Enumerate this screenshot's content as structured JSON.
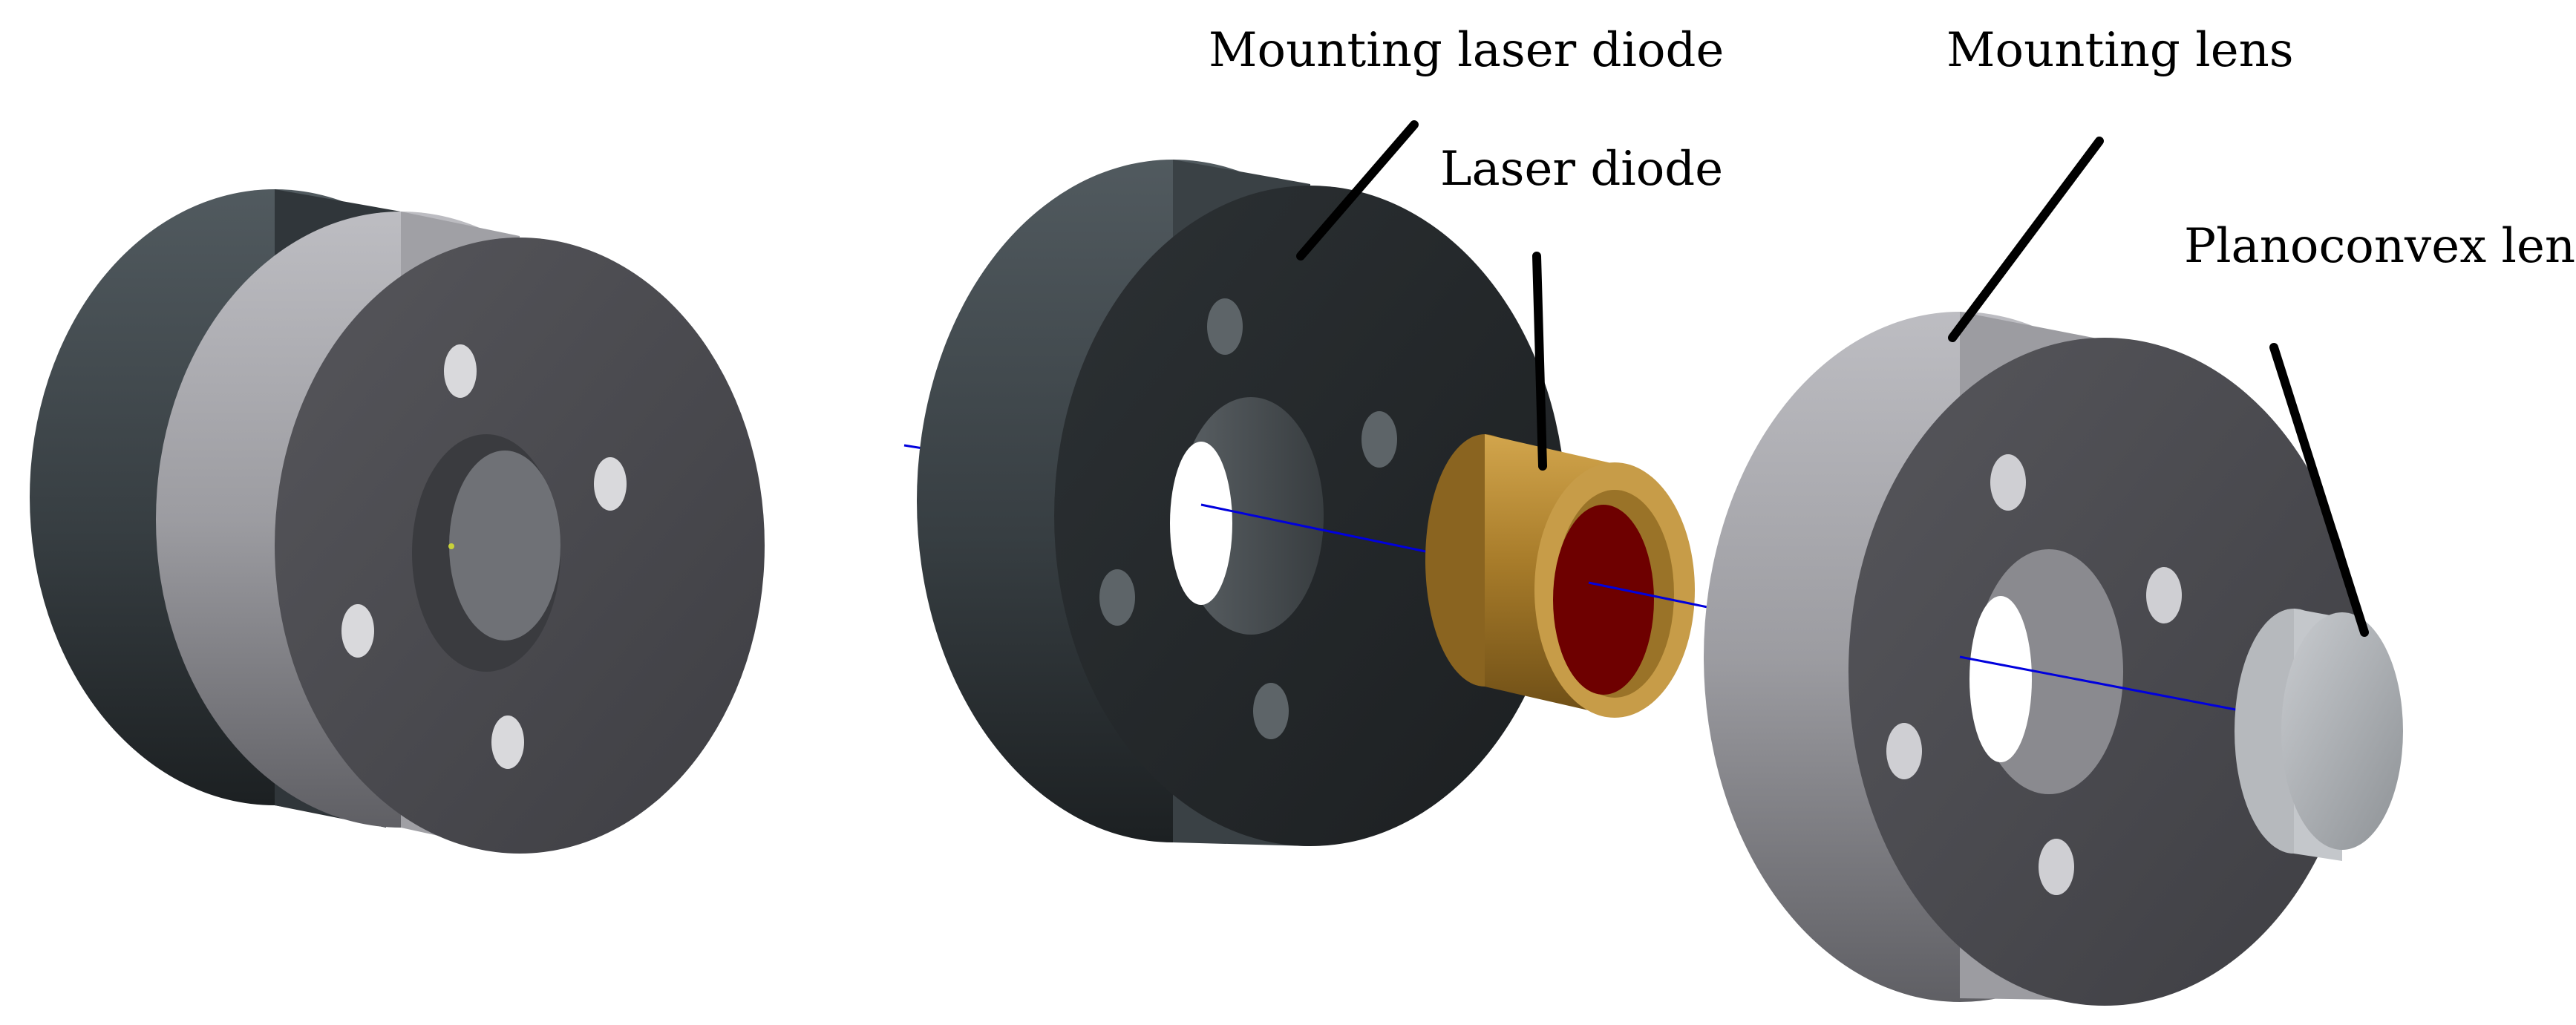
{
  "labels": {
    "mounting_laser_diode": "Mounting laser diode",
    "laser_diode": "Laser diode",
    "mounting_lens": "Mounting lens",
    "planoconvex_lens": "Planoconvex lens"
  },
  "colors": {
    "dark_mount_face": "#24282b",
    "dark_mount_side": "#3e4549",
    "light_mount_face": "#4b4b50",
    "light_mount_side": "#a6a6ab",
    "brass": "#b58a32",
    "diode_red": "#6e0000",
    "axis_line": "#0000dd",
    "leader": "#000000"
  }
}
